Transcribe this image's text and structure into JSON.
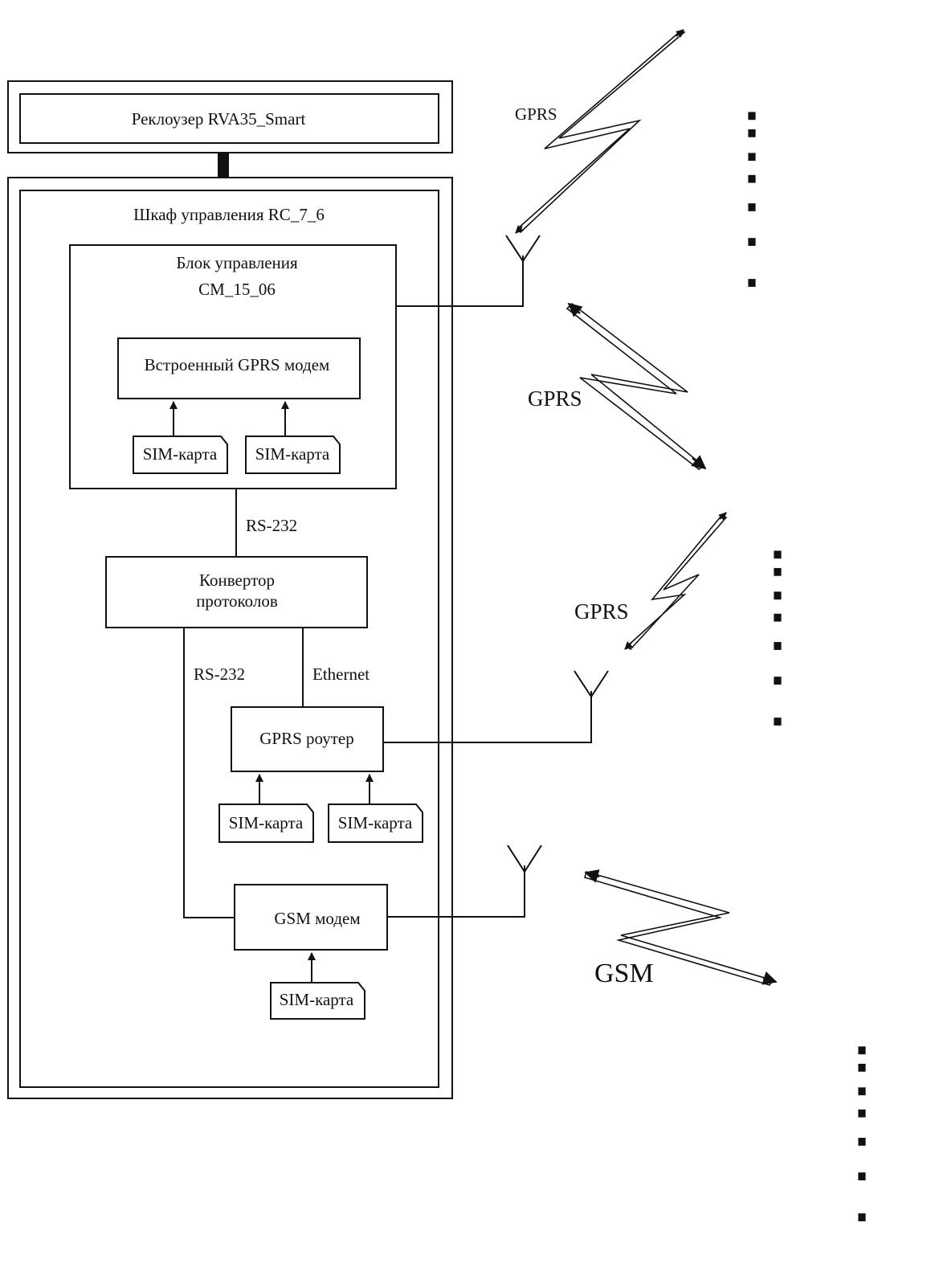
{
  "recloser": {
    "label": "Реклоузер RVA35_Smart"
  },
  "cabinet": {
    "label": "Шкаф управления RC_7_6"
  },
  "control_unit": {
    "label_line1": "Блок управления",
    "label_line2": "CM_15_06"
  },
  "builtin_modem": {
    "label": "Встроенный GPRS модем"
  },
  "sim_cards": [
    {
      "label": "SIM-карта"
    },
    {
      "label": "SIM-карта"
    },
    {
      "label": "SIM-карта"
    },
    {
      "label": "SIM-карта"
    },
    {
      "label": "SIM-карта"
    }
  ],
  "converter": {
    "label_line1": "Конвертор",
    "label_line2": "протоколов"
  },
  "router": {
    "label": "GPRS роутер"
  },
  "gsm_modem": {
    "label": "GSM модем"
  },
  "links": {
    "rs232_top": "RS-232",
    "rs232_left": "RS-232",
    "ethernet": "Ethernet"
  },
  "wireless": [
    {
      "label": "GPRS"
    },
    {
      "label": "GPRS"
    },
    {
      "label": "GPRS"
    },
    {
      "label": "GSM"
    }
  ]
}
